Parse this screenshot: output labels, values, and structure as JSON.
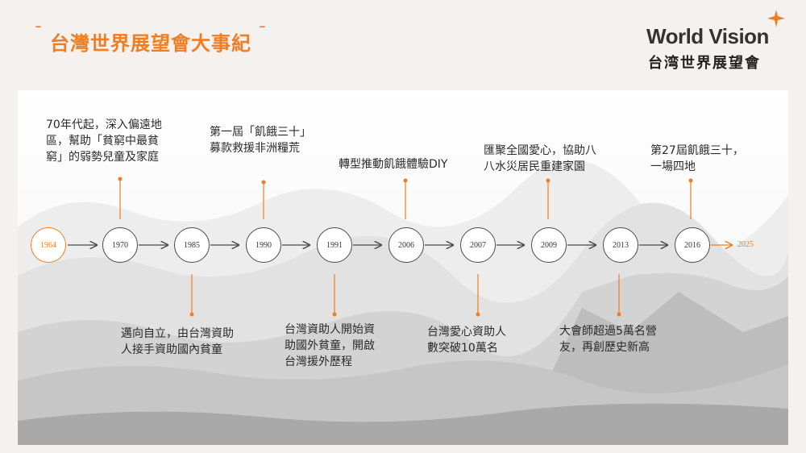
{
  "title": "台灣世界展望會大事紀",
  "logo": {
    "name_en": "World Vision",
    "name_zh": "台湾世界展望會"
  },
  "colors": {
    "accent": "#ef7d22",
    "text": "#2a2a2a",
    "line": "#4a4a4a"
  },
  "timeline": {
    "start_year": "1964",
    "end_year": "2025",
    "nodes": [
      "1970",
      "1985",
      "1990",
      "1991",
      "2006",
      "2007",
      "2009",
      "2013",
      "2016"
    ]
  },
  "events_above": [
    {
      "year": "1970",
      "lines": [
        "70年代起，深入偏遠地",
        "區，幫助「貧窮中最貧",
        "窮」的弱勢兒童及家庭"
      ]
    },
    {
      "year": "1990",
      "lines": [
        "第一屆「飢餓三十」",
        "募款救援非洲糧荒"
      ]
    },
    {
      "year": "2006",
      "lines": [
        "轉型推動飢餓體驗DIY"
      ]
    },
    {
      "year": "2009",
      "lines": [
        "匯聚全國愛心，協助八",
        "八水災居民重建家園"
      ]
    },
    {
      "year": "2016",
      "lines": [
        "第27屆飢餓三十，",
        "一場四地"
      ]
    }
  ],
  "events_below": [
    {
      "year": "1985",
      "lines": [
        "邁向自立，由台灣資助",
        "人接手資助國內貧童"
      ]
    },
    {
      "year": "1991",
      "lines": [
        "台灣資助人開始資",
        "助國外貧童，開啟",
        "台灣援外歷程"
      ]
    },
    {
      "year": "2007",
      "lines": [
        "台灣愛心資助人",
        "數突破10萬名"
      ]
    },
    {
      "year": "2013",
      "lines": [
        "大會師超過5萬名營",
        "友，再創歷史新高"
      ]
    }
  ]
}
